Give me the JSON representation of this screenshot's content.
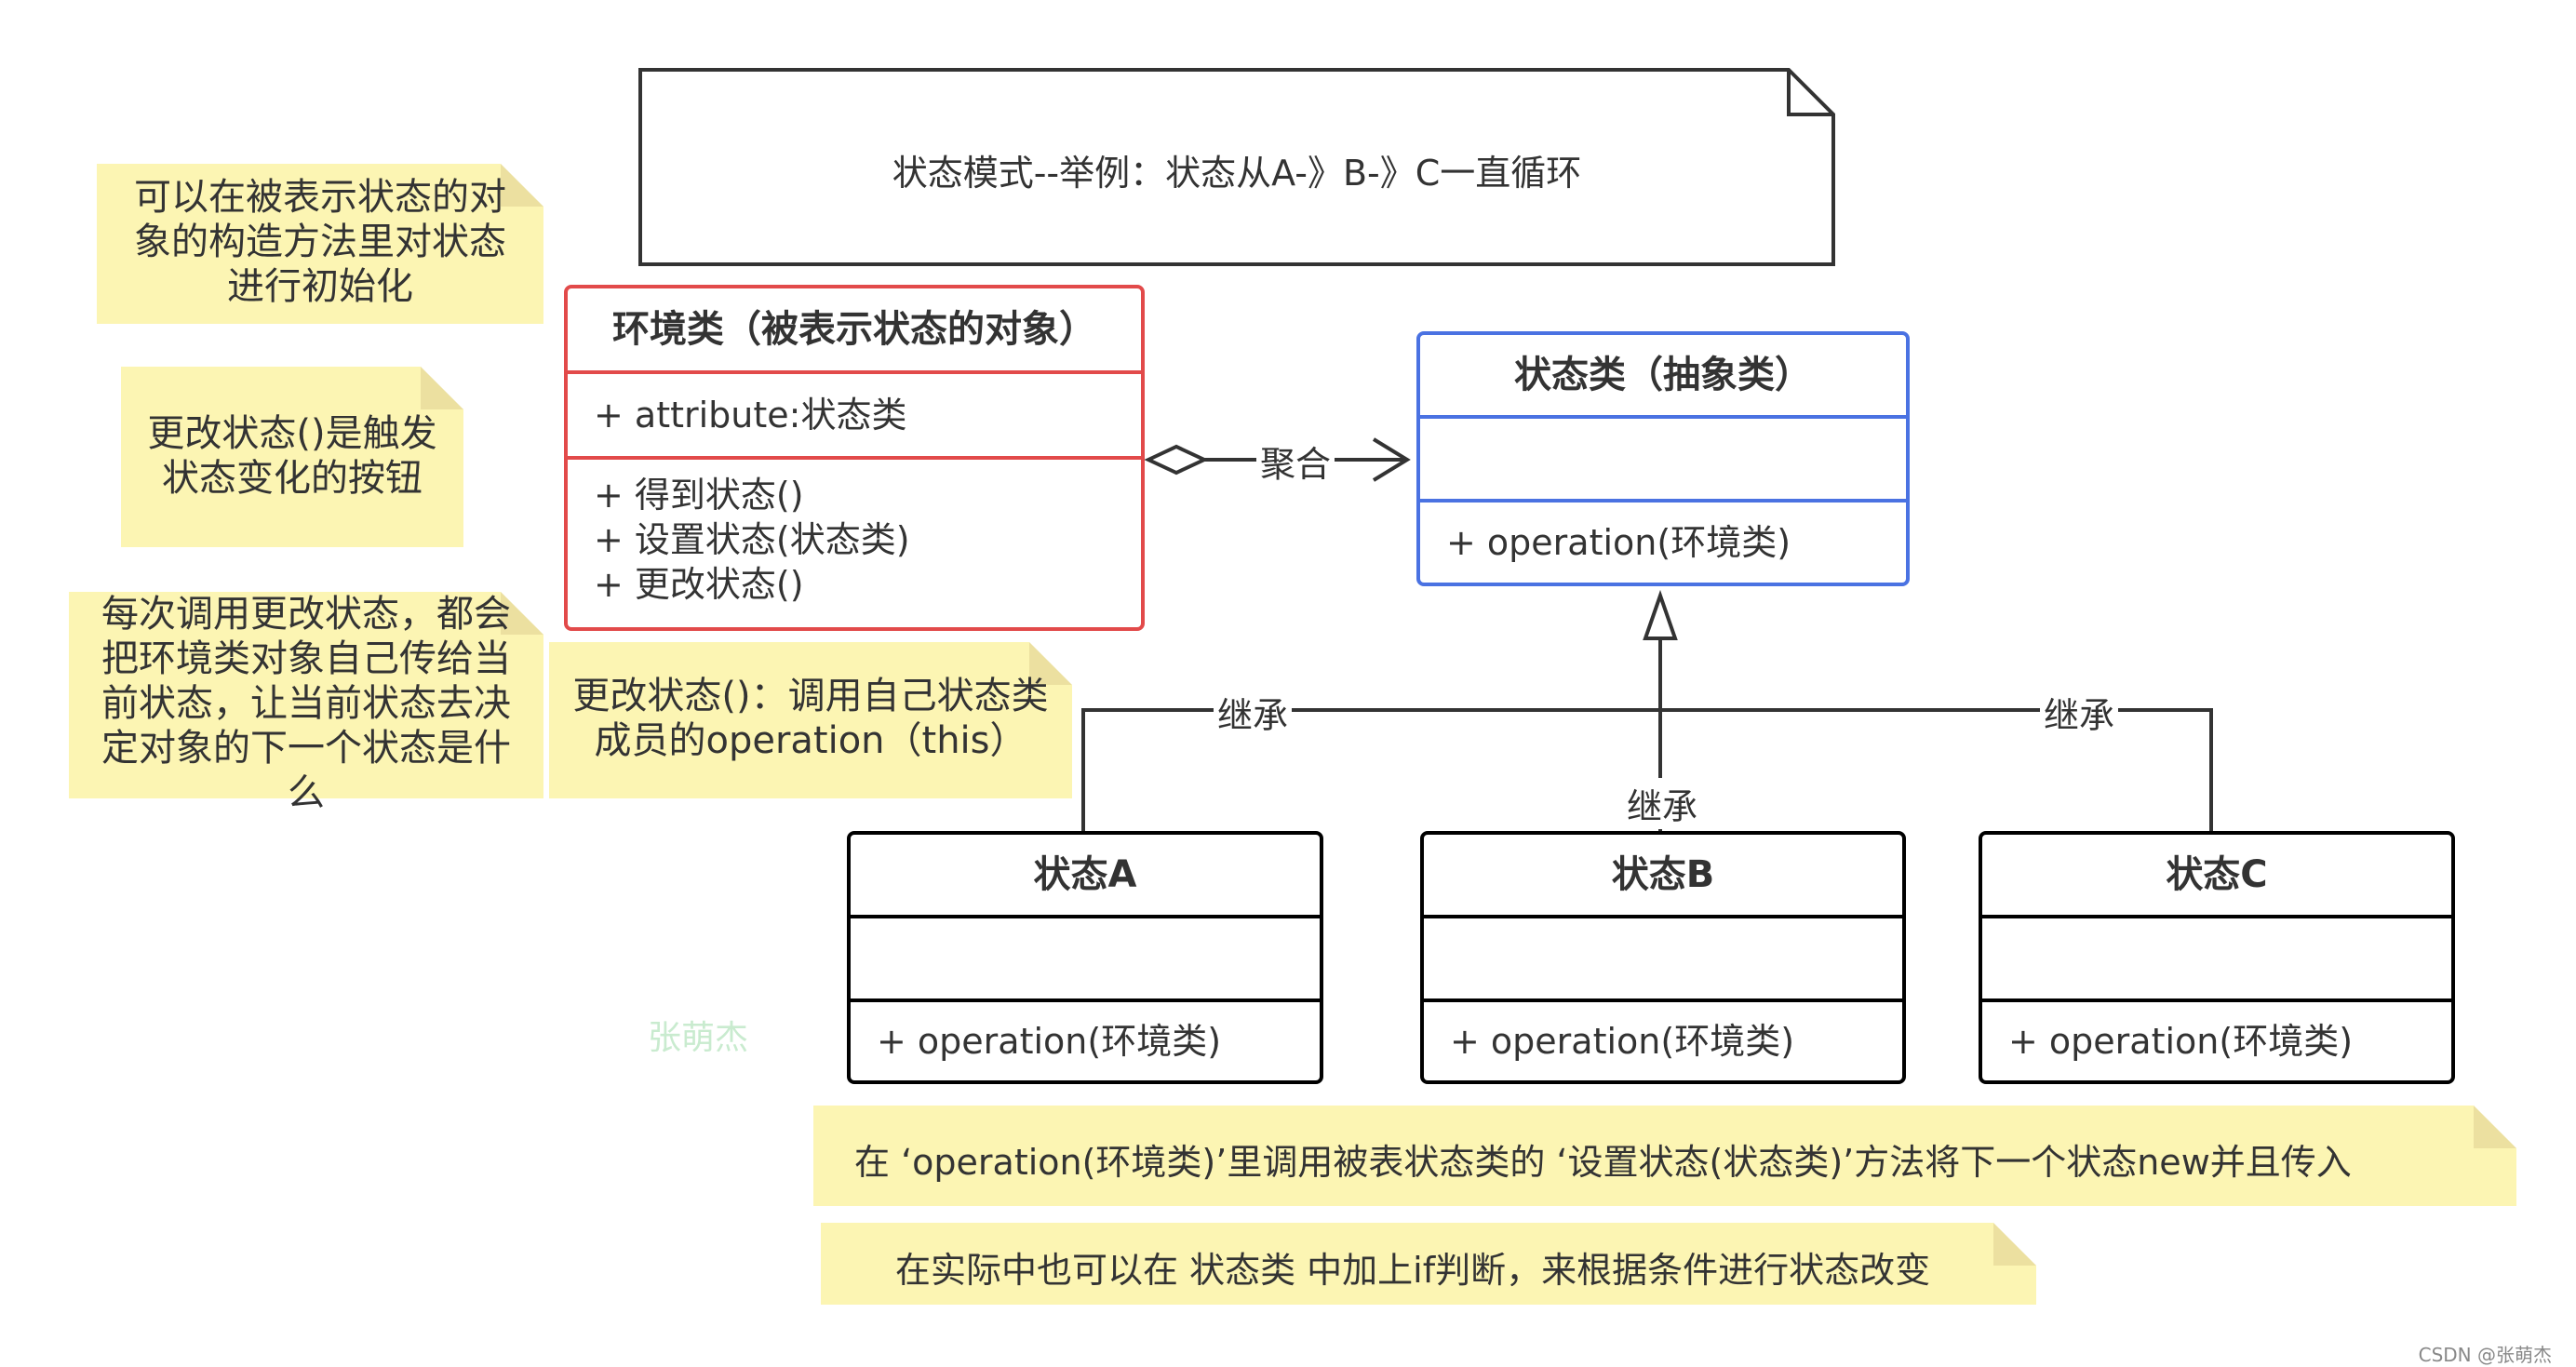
{
  "title_note": {
    "text": "状态模式--举例：状态从A-》B-》C一直循环"
  },
  "side_notes": [
    {
      "lines": [
        "可以在被表示状态的对",
        "象的构造方法里对状态",
        "进行初始化"
      ]
    },
    {
      "lines": [
        "更改状态()是触发",
        "状态变化的按钮"
      ]
    },
    {
      "lines": [
        "每次调用更改状态，都会",
        "把环境类对象自己传给当",
        "前状态，让当前状态去决",
        "定对象的下一个状态是什",
        "么"
      ]
    },
    {
      "lines": [
        "更改状态()：调用自己状态类",
        "成员的operation（this）"
      ]
    }
  ],
  "context_class": {
    "name": "环境类（被表示状态的对象）",
    "attribute": "+ attribute:状态类",
    "methods": [
      "+ 得到状态()",
      "+ 设置状态(状态类)",
      "+ 更改状态()"
    ]
  },
  "abstract_state_class": {
    "name": "状态类（抽象类）",
    "method": "+ operation(环境类)"
  },
  "state_classes": [
    {
      "name": "状态A",
      "method": "+ operation(环境类)"
    },
    {
      "name": "状态B",
      "method": "+ operation(环境类)"
    },
    {
      "name": "状态C",
      "method": "+ operation(环境类)"
    }
  ],
  "edges": {
    "aggregation": "聚合",
    "inherit_a": "继承",
    "inherit_b": "继承",
    "inherit_c": "继承"
  },
  "bottom_notes": [
    {
      "text": "在  ‘operation(环境类)’里调用被表状态类的 ‘设置状态(状态类)’方法将下一个状态new并且传入"
    },
    {
      "text": "在实际中也可以在 状态类 中加上if判断，来根据条件进行状态改变"
    }
  ],
  "watermark": {
    "text": "张萌杰"
  },
  "footer": {
    "text": "CSDN @张萌杰"
  }
}
